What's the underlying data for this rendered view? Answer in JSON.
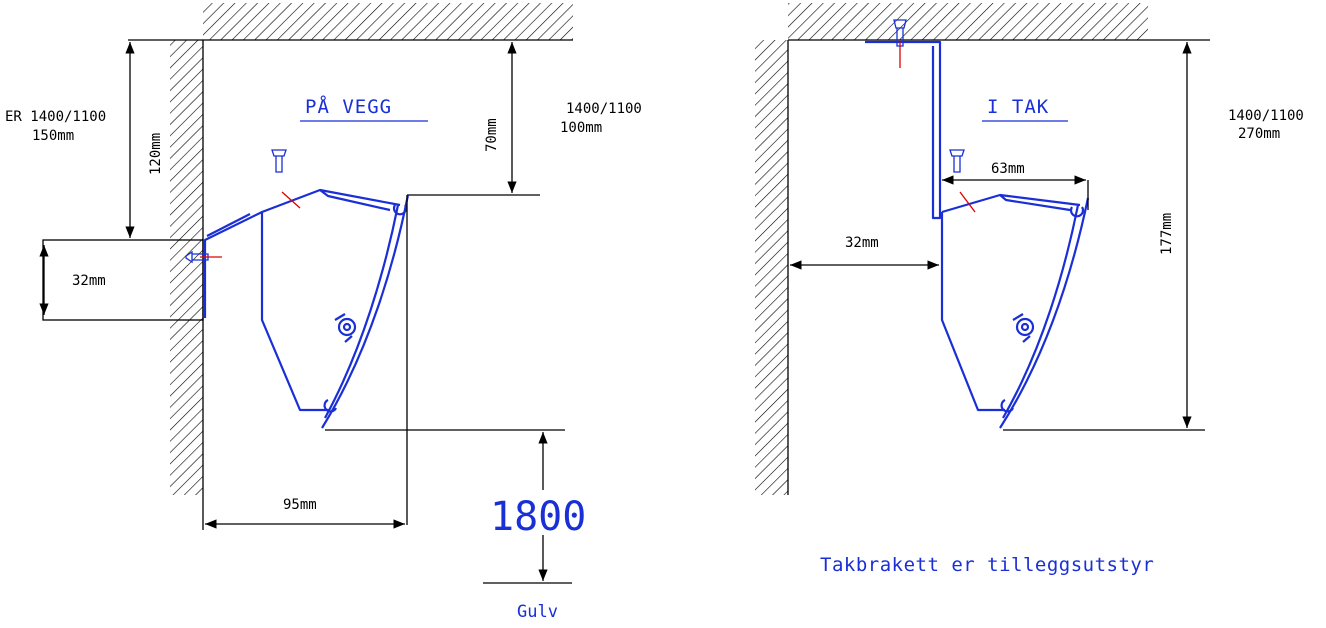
{
  "left": {
    "title": "PÅ VEGG",
    "spec_line1": "ER 1400/1100",
    "spec_line2": "150mm",
    "spec2_line1": "1400/1100",
    "spec2_line2": "100mm",
    "dim_120": "120mm",
    "dim_70": "70mm",
    "dim_32": "32mm",
    "dim_95": "95mm",
    "height": "1800",
    "floor": "Gulv"
  },
  "right": {
    "title": "I TAK",
    "spec_line1": "1400/1100",
    "spec_line2": "270mm",
    "dim_63": "63mm",
    "dim_32": "32mm",
    "dim_177": "177mm",
    "note": "Takbrakett er tilleggsutstyr"
  },
  "colors": {
    "line": "#000000",
    "bracket": "#1a2fd6",
    "screw_mark": "#e00000"
  }
}
